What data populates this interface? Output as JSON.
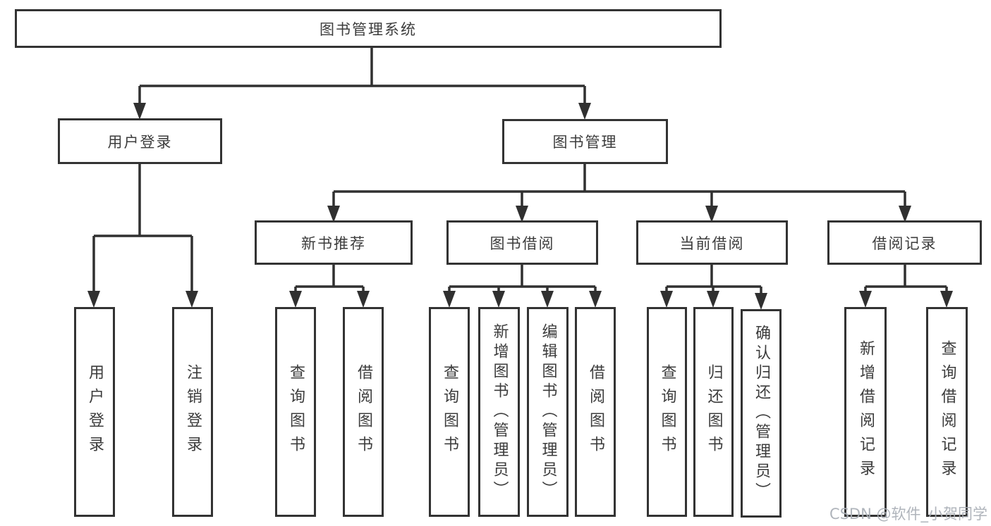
{
  "diagram": {
    "root": {
      "label": "图书管理系统"
    },
    "level1": [
      {
        "label": "用户登录",
        "children": [
          {
            "label": "用户登录"
          },
          {
            "label": "注销登录"
          }
        ]
      },
      {
        "label": "图书管理",
        "children": [
          {
            "label": "新书推荐",
            "children": [
              {
                "label": "查询图书"
              },
              {
                "label": "借阅图书"
              }
            ]
          },
          {
            "label": "图书借阅",
            "children": [
              {
                "label": "查询图书"
              },
              {
                "label": "新增图书（管理员）"
              },
              {
                "label": "编辑图书（管理员）"
              },
              {
                "label": "借阅图书"
              }
            ]
          },
          {
            "label": "当前借阅",
            "children": [
              {
                "label": "查询图书"
              },
              {
                "label": "归还图书"
              },
              {
                "label": "确认归还（管理员）"
              }
            ]
          },
          {
            "label": "借阅记录",
            "children": [
              {
                "label": "新增借阅记录"
              },
              {
                "label": "查询借阅记录"
              }
            ]
          }
        ]
      }
    ],
    "watermark": "CSDN @软件_小贺同学",
    "colors": {
      "line": "#303030",
      "box_border": "#333333",
      "text": "#3c3c3c",
      "watermark_text": "#a9aeb6",
      "background": "#ffffff"
    }
  }
}
